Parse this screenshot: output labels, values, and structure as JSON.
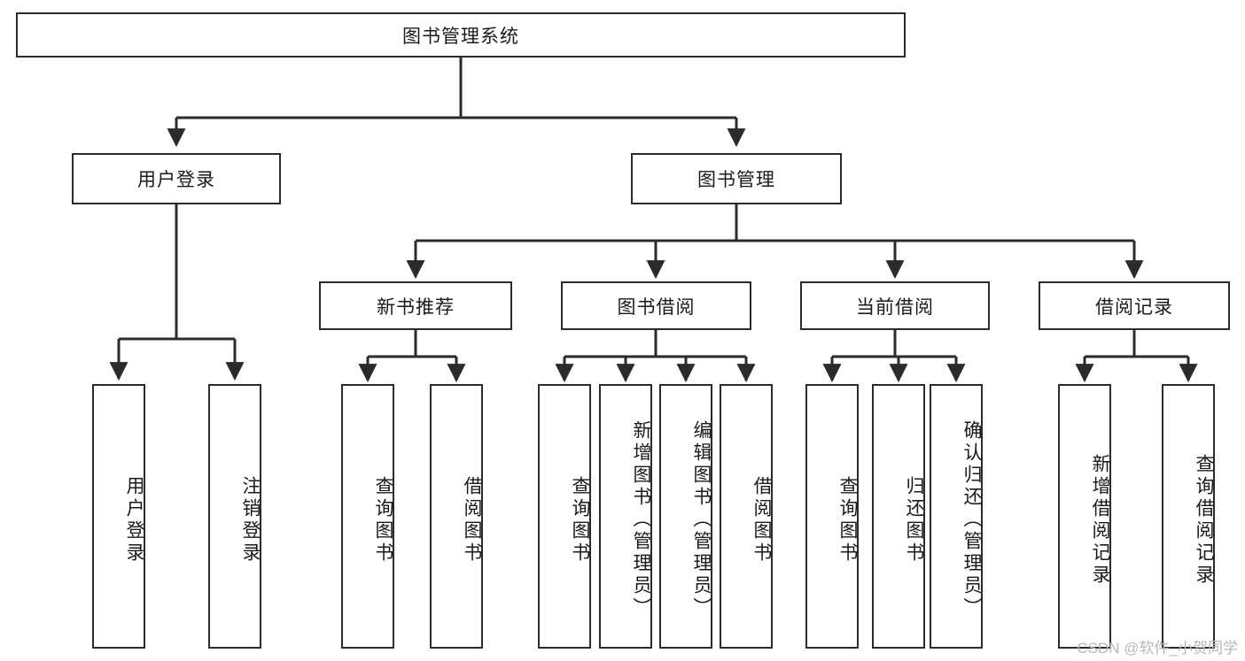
{
  "diagram": {
    "title": "图书管理系统",
    "watermark": "CSDN @软件_小贺同学",
    "line_color": "#2b2b2b",
    "box_fill": "#ffffff",
    "text_color": "#1a1a1a",
    "watermark_color": "#b8b8b8",
    "type": "tree",
    "root": {
      "label": "图书管理系统",
      "children": [
        {
          "label": "用户登录",
          "children": [
            {
              "label": "用户登录"
            },
            {
              "label": "注销登录"
            }
          ]
        },
        {
          "label": "图书管理",
          "children": [
            {
              "label": "新书推荐",
              "children": [
                {
                  "label": "查询图书"
                },
                {
                  "label": "借阅图书"
                }
              ]
            },
            {
              "label": "图书借阅",
              "children": [
                {
                  "label": "查询图书"
                },
                {
                  "label": "新增图书（管理员）"
                },
                {
                  "label": "编辑图书（管理员）"
                },
                {
                  "label": "借阅图书"
                }
              ]
            },
            {
              "label": "当前借阅",
              "children": [
                {
                  "label": "查询图书"
                },
                {
                  "label": "归还图书"
                },
                {
                  "label": "确认归还（管理员）"
                }
              ]
            },
            {
              "label": "借阅记录",
              "children": [
                {
                  "label": "新增借阅记录"
                },
                {
                  "label": "查询借阅记录"
                }
              ]
            }
          ]
        }
      ]
    },
    "nodes": {
      "root": {
        "label": "图书管理系统"
      },
      "l1_a": {
        "label": "用户登录"
      },
      "l1_b": {
        "label": "图书管理"
      },
      "l2_a1": {
        "label": "用户登录"
      },
      "l2_a2": {
        "label": "注销登录"
      },
      "l2_b1": {
        "label": "新书推荐"
      },
      "l2_b2": {
        "label": "图书借阅"
      },
      "l2_b3": {
        "label": "当前借阅"
      },
      "l2_b4": {
        "label": "借阅记录"
      },
      "l3_b1_1": {
        "label": "查询图书"
      },
      "l3_b1_2": {
        "label": "借阅图书"
      },
      "l3_b2_1": {
        "label": "查询图书"
      },
      "l3_b2_2": {
        "label": "新增图书（管理员）"
      },
      "l3_b2_3": {
        "label": "编辑图书（管理员）"
      },
      "l3_b2_4": {
        "label": "借阅图书"
      },
      "l3_b3_1": {
        "label": "查询图书"
      },
      "l3_b3_2": {
        "label": "归还图书"
      },
      "l3_b3_3": {
        "label": "确认归还（管理员）"
      },
      "l3_b4_1": {
        "label": "新增借阅记录"
      },
      "l3_b4_2": {
        "label": "查询借阅记录"
      }
    }
  }
}
